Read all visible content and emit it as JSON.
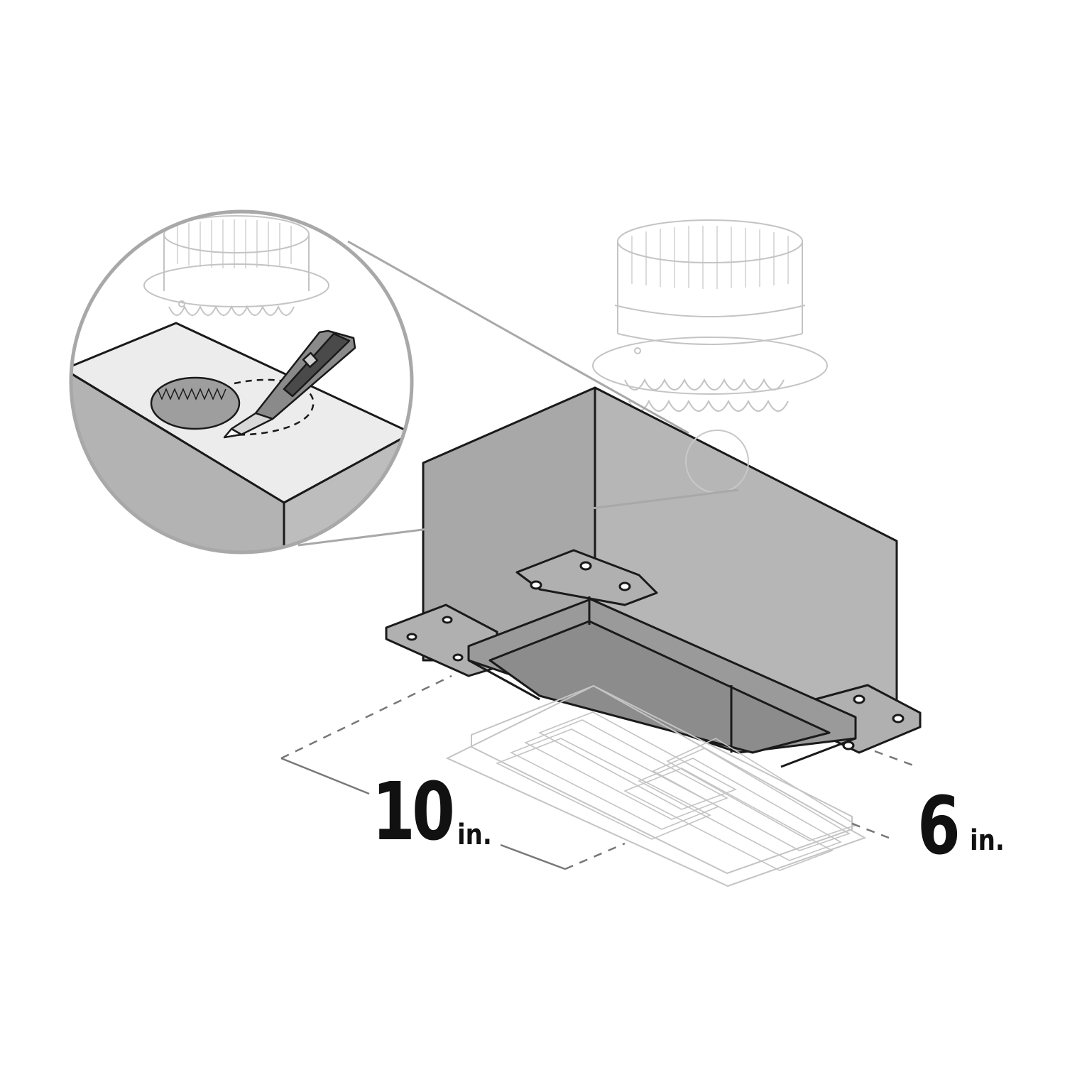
{
  "dimensions": {
    "length": {
      "value": "10",
      "unit": "in."
    },
    "width": {
      "value": "6",
      "unit": "in."
    }
  },
  "colors": {
    "housing": "#b3b3b3",
    "housing_dark": "#a2a2a2",
    "outline": "#1a1a1a",
    "faded": "#c4c4c4",
    "callout_line": "#a8a8a8",
    "top_surface": "#ececec"
  },
  "icons": [
    "utility-knife-icon",
    "duct-collar-icon",
    "vent-grille-icon"
  ]
}
